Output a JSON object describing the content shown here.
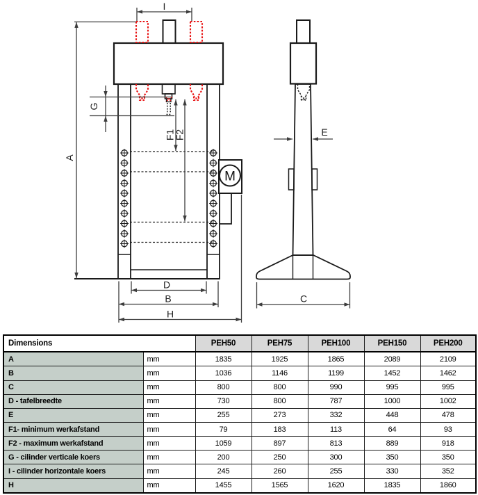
{
  "diagram": {
    "labels": {
      "A": "A",
      "B": "B",
      "C": "C",
      "D": "D",
      "E": "E",
      "F1": "F1",
      "F2": "F2",
      "G": "G",
      "H": "H",
      "I": "I",
      "motor": "M"
    },
    "colors": {
      "machine_line": "#1a1a1a",
      "dimension_line": "#3d3d3d",
      "stroke_highlight_red": "#e81414"
    }
  },
  "table": {
    "header": {
      "dimensions_label": "Dimensions",
      "columns": [
        "PEH50",
        "PEH75",
        "PEH100",
        "PEH150",
        "PEH200"
      ]
    },
    "rows": [
      {
        "label": "A",
        "unit": "mm",
        "values": [
          "1835",
          "1925",
          "1865",
          "2089",
          "2109"
        ]
      },
      {
        "label": "B",
        "unit": "mm",
        "values": [
          "1036",
          "1146",
          "1199",
          "1452",
          "1462"
        ]
      },
      {
        "label": "C",
        "unit": "mm",
        "values": [
          "800",
          "800",
          "990",
          "995",
          "995"
        ]
      },
      {
        "label": "D - tafelbreedte",
        "unit": "mm",
        "values": [
          "730",
          "800",
          "787",
          "1000",
          "1002"
        ]
      },
      {
        "label": "E",
        "unit": "mm",
        "values": [
          "255",
          "273",
          "332",
          "448",
          "478"
        ]
      },
      {
        "label": "F1- minimum werkafstand",
        "unit": "mm",
        "values": [
          "79",
          "183",
          "113",
          "64",
          "93"
        ]
      },
      {
        "label": "F2 - maximum werkafstand",
        "unit": "mm",
        "values": [
          "1059",
          "897",
          "813",
          "889",
          "918"
        ]
      },
      {
        "label": "G - cilinder verticale koers",
        "unit": "mm",
        "values": [
          "200",
          "250",
          "300",
          "350",
          "350"
        ]
      },
      {
        "label": "I - cilinder horizontale koers",
        "unit": "mm",
        "values": [
          "245",
          "260",
          "255",
          "330",
          "352"
        ]
      },
      {
        "label": "H",
        "unit": "mm",
        "values": [
          "1455",
          "1565",
          "1620",
          "1835",
          "1860"
        ]
      }
    ]
  }
}
